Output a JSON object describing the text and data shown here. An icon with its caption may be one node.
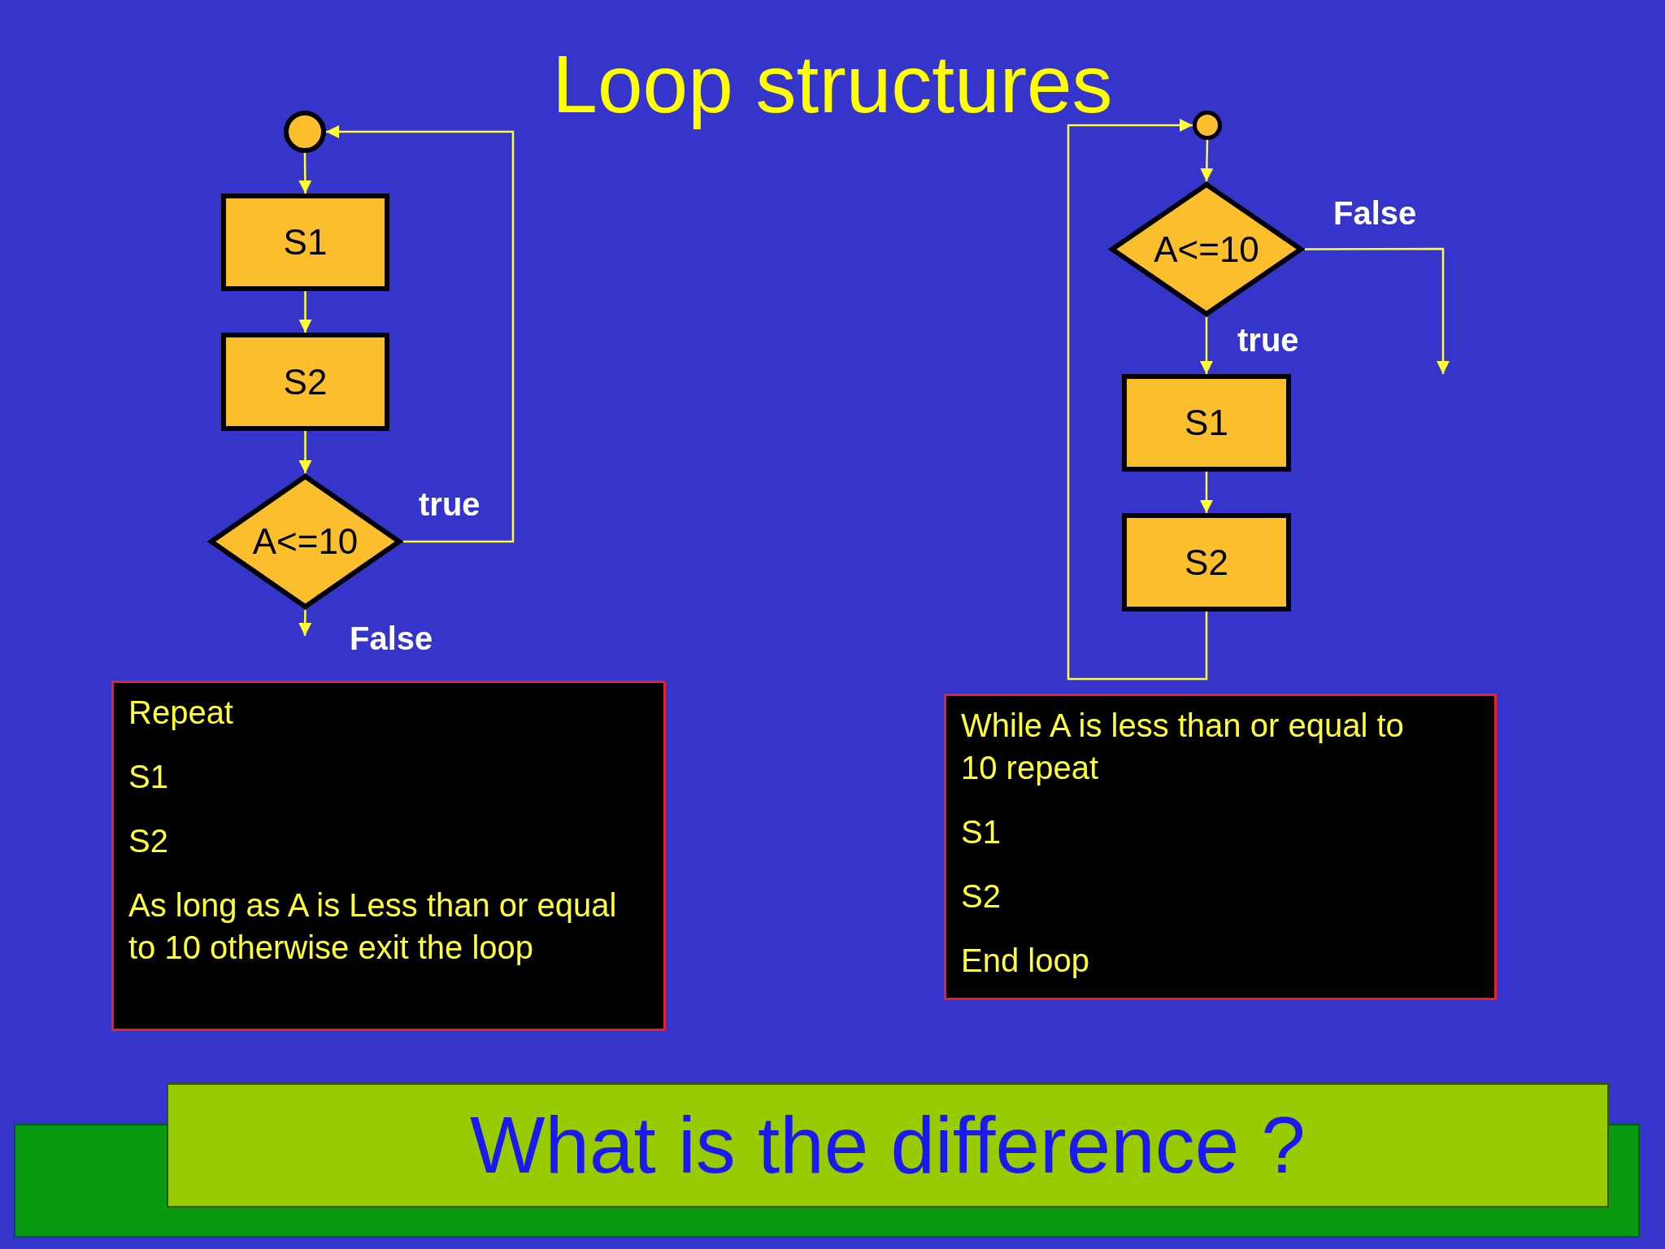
{
  "diagram": {
    "title": "Loop structures",
    "nodes": [
      {
        "text": [],
        "shape": "circle"
      },
      {
        "text": [
          "S1"
        ]
      },
      {
        "text": [
          "S2"
        ]
      },
      {
        "text": [
          "A<=10"
        ]
      },
      {
        "text": [
          "Repeat",
          "S1",
          "S2",
          "As long as A is Less than or equal to 10 otherwise exit the loop"
        ]
      },
      {
        "text": [],
        "shape": "circle"
      },
      {
        "text": [
          "A<=10"
        ]
      },
      {
        "text": [
          "S1"
        ]
      },
      {
        "text": [
          "S2"
        ]
      },
      {
        "text": [
          "While A is less than or equal to 10 repeat",
          "S1",
          "S2",
          "End loop"
        ]
      },
      {
        "text": [
          "What is the difference ?"
        ]
      }
    ],
    "edges": [
      {
        "from": 0,
        "to": 1,
        "arrow": "to"
      },
      {
        "from": 1,
        "to": 2,
        "arrow": "to"
      },
      {
        "from": 2,
        "to": 3,
        "arrow": "to"
      },
      {
        "from": 3,
        "to": 0,
        "arrow": "to",
        "label": "true"
      },
      {
        "from": 3,
        "to": null,
        "arrow": "to",
        "label": "False"
      },
      {
        "from": 5,
        "to": 6,
        "arrow": "to"
      },
      {
        "from": 6,
        "to": 7,
        "arrow": "to",
        "label": "true"
      },
      {
        "from": 7,
        "to": 8,
        "arrow": "to"
      },
      {
        "from": 8,
        "to": 5,
        "arrow": "to"
      },
      {
        "from": 6,
        "to": null,
        "arrow": "to",
        "label": "False"
      }
    ]
  }
}
